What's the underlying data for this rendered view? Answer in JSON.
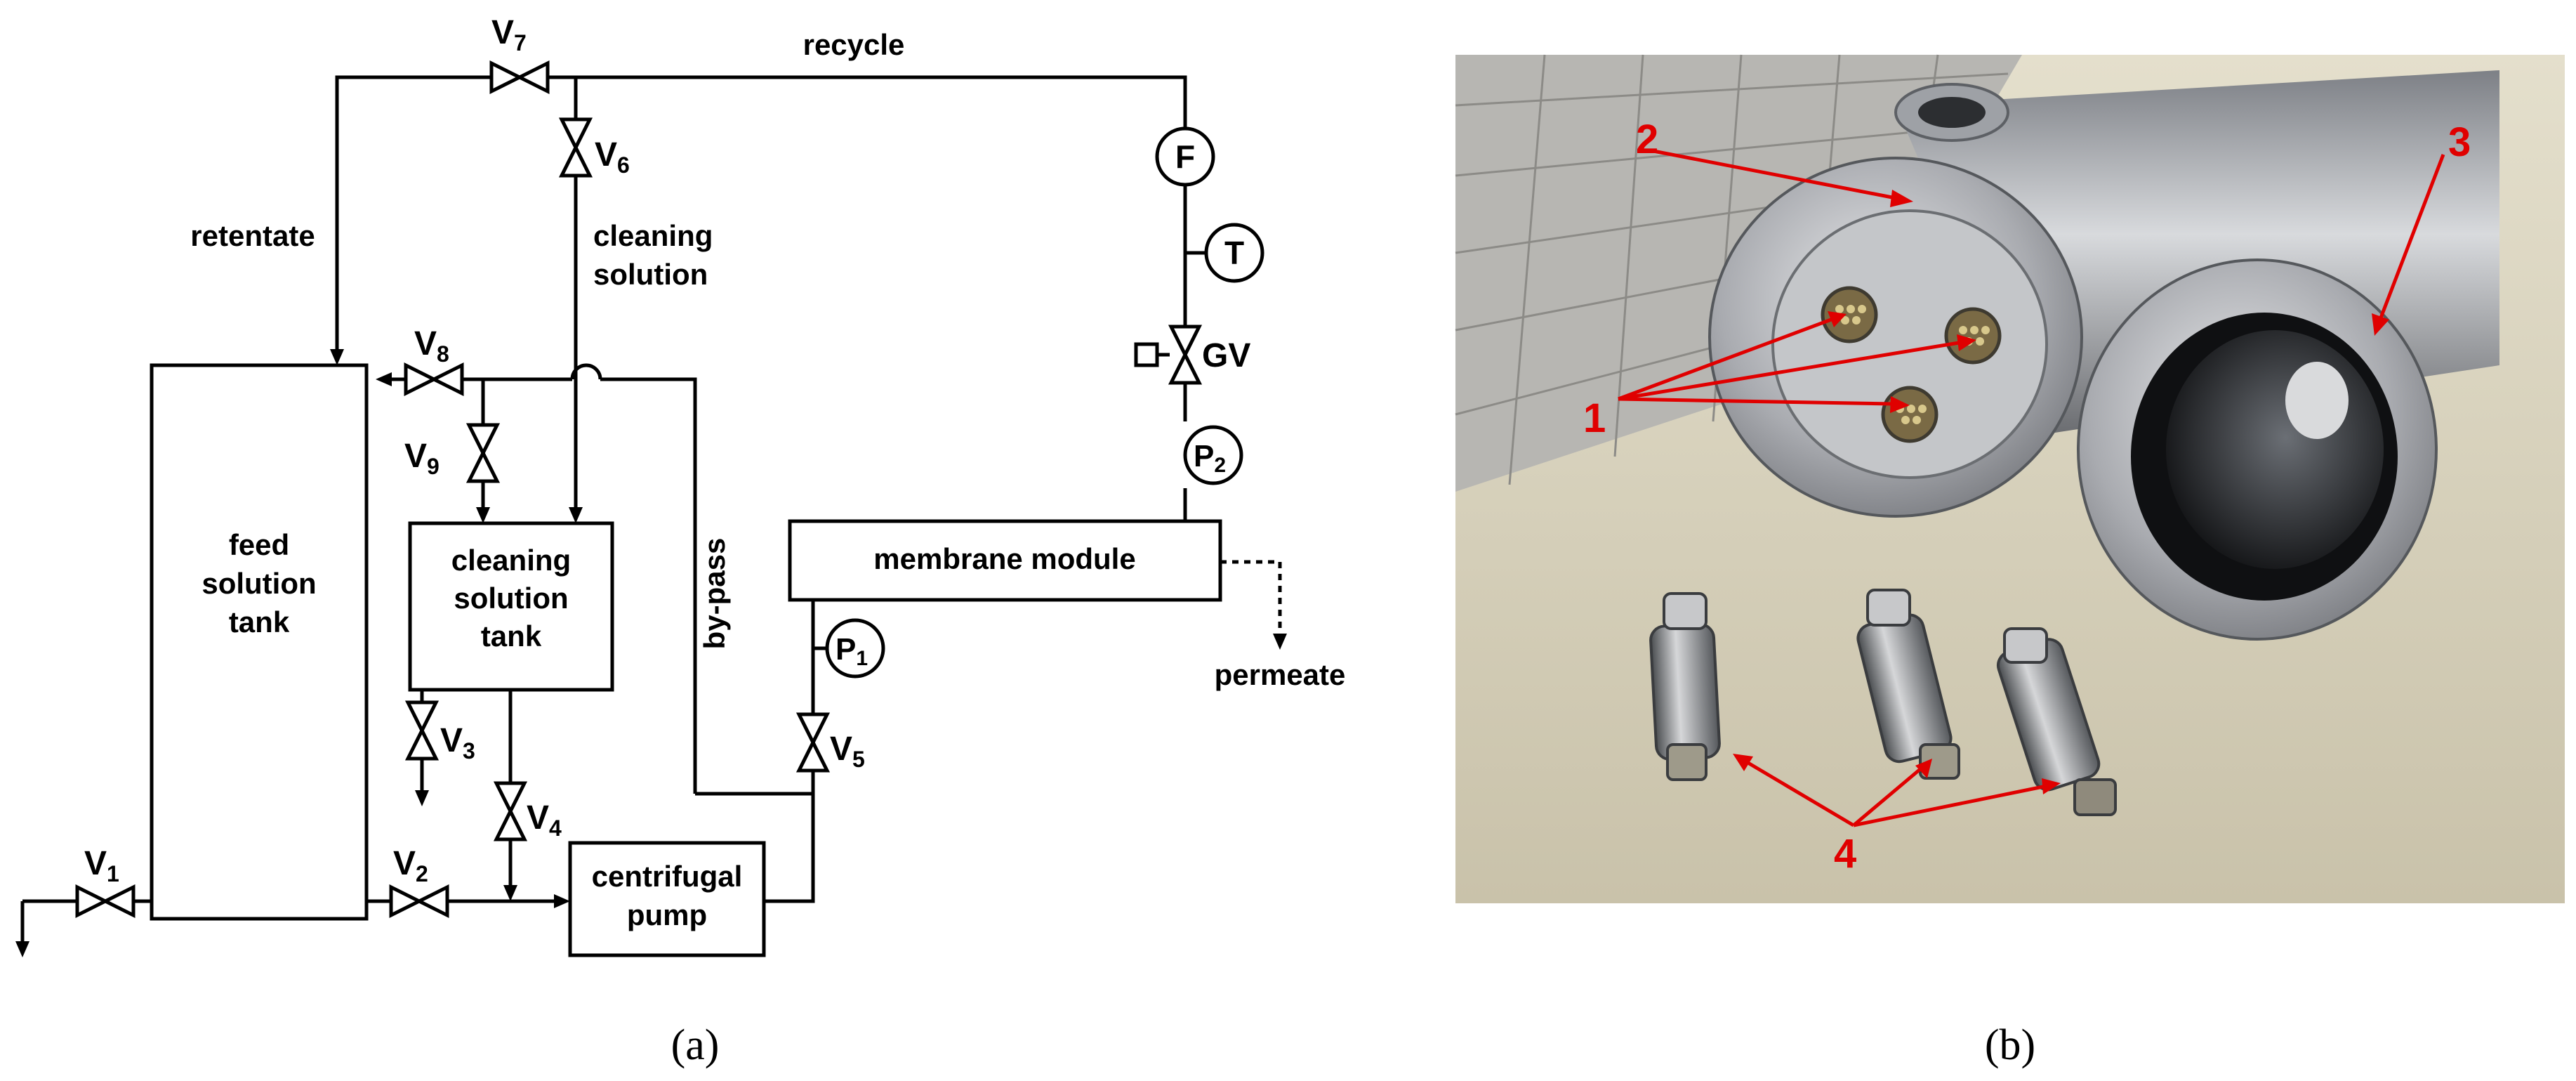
{
  "diagram": {
    "labels": {
      "recycle": "recycle",
      "retentate": "retentate",
      "cleaning_solution_line1": "cleaning",
      "cleaning_solution_line2": "solution",
      "by_pass": "by-pass",
      "permeate": "permeate"
    },
    "valves": {
      "v1": {
        "main": "V",
        "sub": "1"
      },
      "v2": {
        "main": "V",
        "sub": "2"
      },
      "v3": {
        "main": "V",
        "sub": "3"
      },
      "v4": {
        "main": "V",
        "sub": "4"
      },
      "v5": {
        "main": "V",
        "sub": "5"
      },
      "v6": {
        "main": "V",
        "sub": "6"
      },
      "v7": {
        "main": "V",
        "sub": "7"
      },
      "v8": {
        "main": "V",
        "sub": "8"
      },
      "v9": {
        "main": "V",
        "sub": "9"
      },
      "gv": "GV"
    },
    "instruments": {
      "flow": "F",
      "temperature": "T",
      "p2": {
        "main": "P",
        "sub": "2"
      },
      "p1": {
        "main": "P",
        "sub": "1"
      }
    },
    "boxes": {
      "feed_tank": [
        "feed",
        "solution",
        "tank"
      ],
      "cleaning_tank": [
        "cleaning",
        "solution",
        "tank"
      ],
      "membrane_module": "membrane module",
      "pump": [
        "centrifugal",
        "pump"
      ]
    }
  },
  "photo": {
    "callouts": [
      "1",
      "2",
      "3",
      "4"
    ],
    "colors": {
      "callout": "#e00000",
      "background": "#cfc9b3"
    }
  },
  "captions": {
    "a": "(a)",
    "b": "(b)"
  }
}
